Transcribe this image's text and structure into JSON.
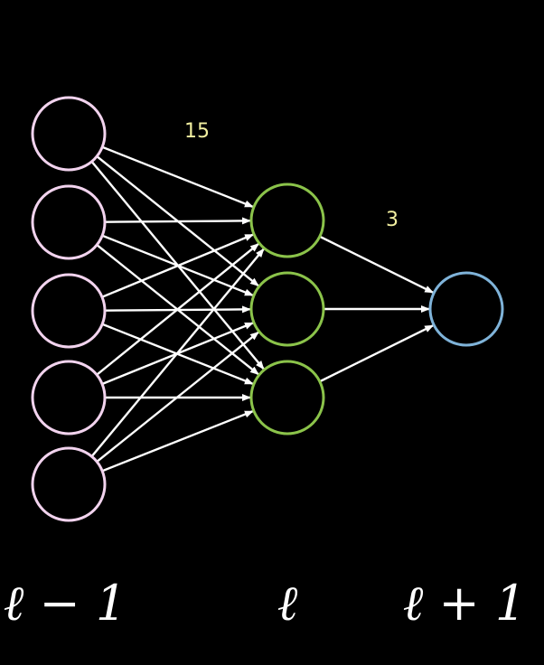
{
  "diagram": {
    "background_color": "#000000",
    "edge_color": "#ffffff",
    "counts": {
      "first_connections": "15",
      "second_connections": "3"
    },
    "layers": [
      {
        "label": "ℓ − 1",
        "neurons": 5,
        "color": "#f2d3ee"
      },
      {
        "label": "ℓ",
        "neurons": 3,
        "color": "#8bc34a"
      },
      {
        "label": "ℓ + 1",
        "neurons": 1,
        "color": "#7fb3d9"
      }
    ]
  }
}
